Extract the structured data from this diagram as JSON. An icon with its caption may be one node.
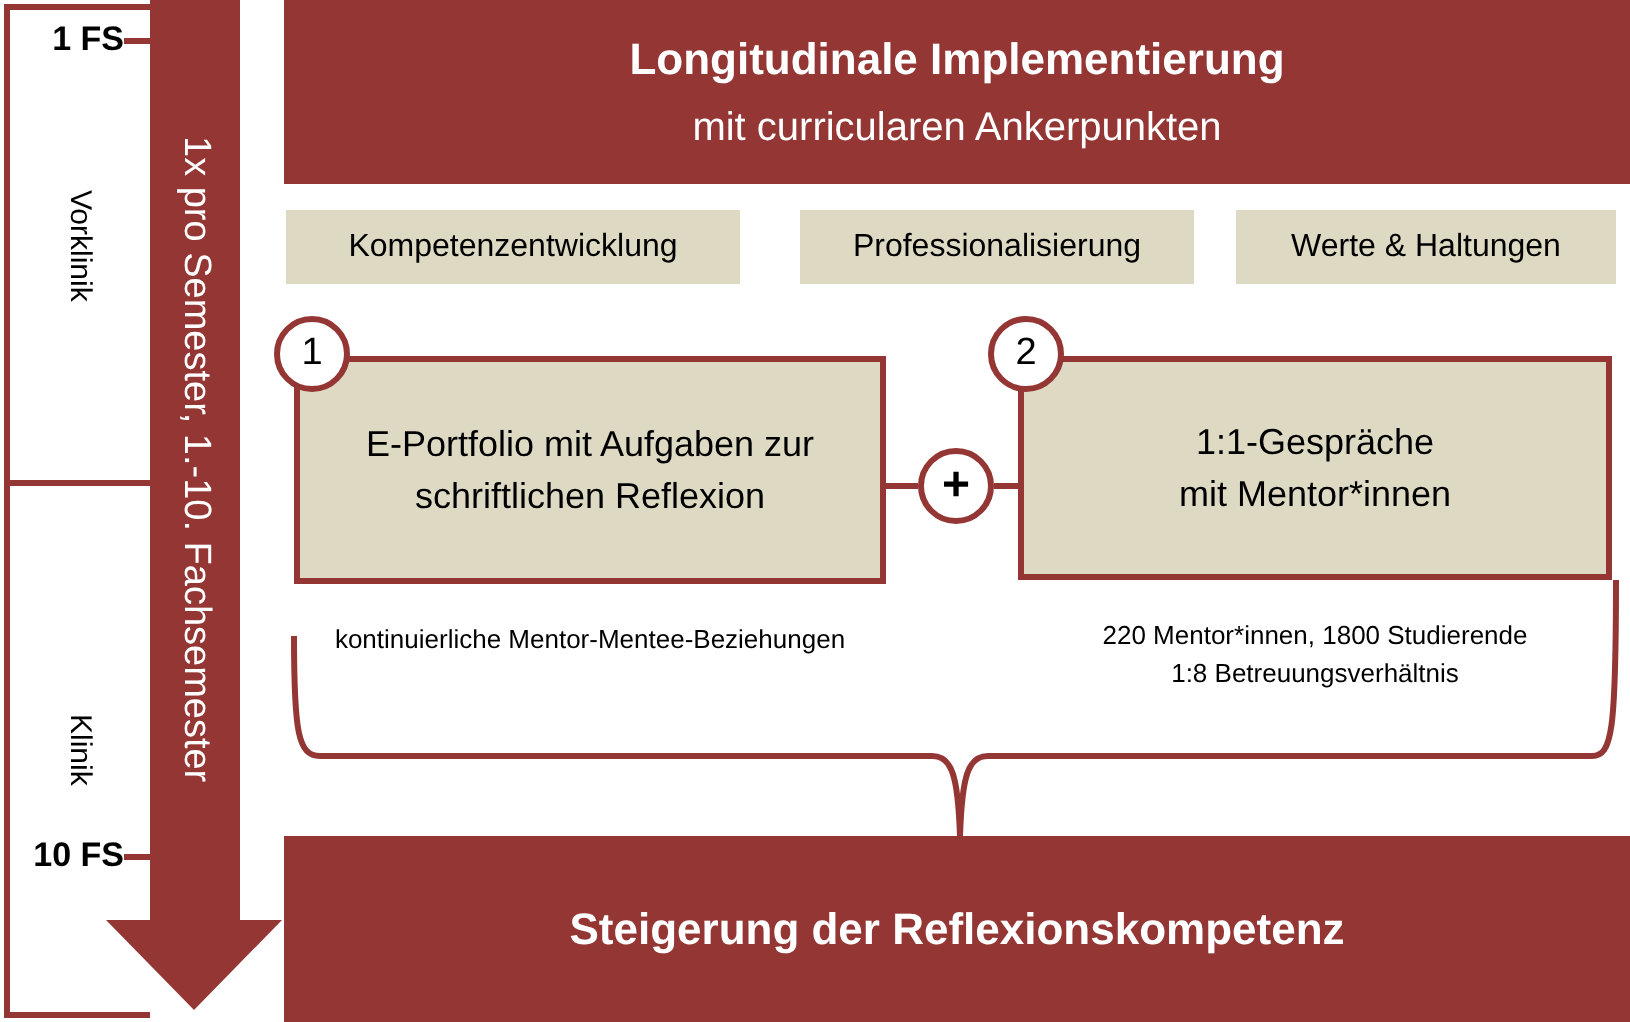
{
  "diagram": {
    "nodes": [
      {
        "text": [
          "Vorklinik"
        ]
      },
      {
        "text": [
          "Klinik"
        ]
      },
      {
        "text": [
          "1x pro Semester, 1.-10. Fachsemester"
        ]
      },
      {
        "text": [
          "Longitudinale Implementierung",
          "mit curricularen Ankerpunkten"
        ]
      },
      {
        "text": [
          "Kompetenzentwicklung"
        ]
      },
      {
        "text": [
          "Professionalisierung"
        ]
      },
      {
        "text": [
          "Werte & Haltungen"
        ]
      },
      {
        "text": [
          "1"
        ]
      },
      {
        "text": [
          "E-Portfolio mit Aufgaben zur schriftlichen Reflexion"
        ],
        "beside": [
          "kontinuierliche Mentor-Mentee-Beziehungen"
        ]
      },
      {
        "text": [
          "+"
        ]
      },
      {
        "text": [
          "2"
        ]
      },
      {
        "text": [
          "1:1-Gespräche mit Mentor*innen"
        ],
        "beside": [
          "220 Mentor*innen, 1800 Studierende",
          "1:8 Betreuungsverhältnis"
        ]
      },
      {
        "text": [
          "Steigerung der Reflexionskompetenz"
        ]
      }
    ],
    "edges": [
      {
        "from": 8,
        "to": 9,
        "arrow": "none"
      },
      {
        "from": 9,
        "to": 11,
        "arrow": "none"
      }
    ],
    "labels": [
      "1 FS",
      "10 FS"
    ]
  }
}
